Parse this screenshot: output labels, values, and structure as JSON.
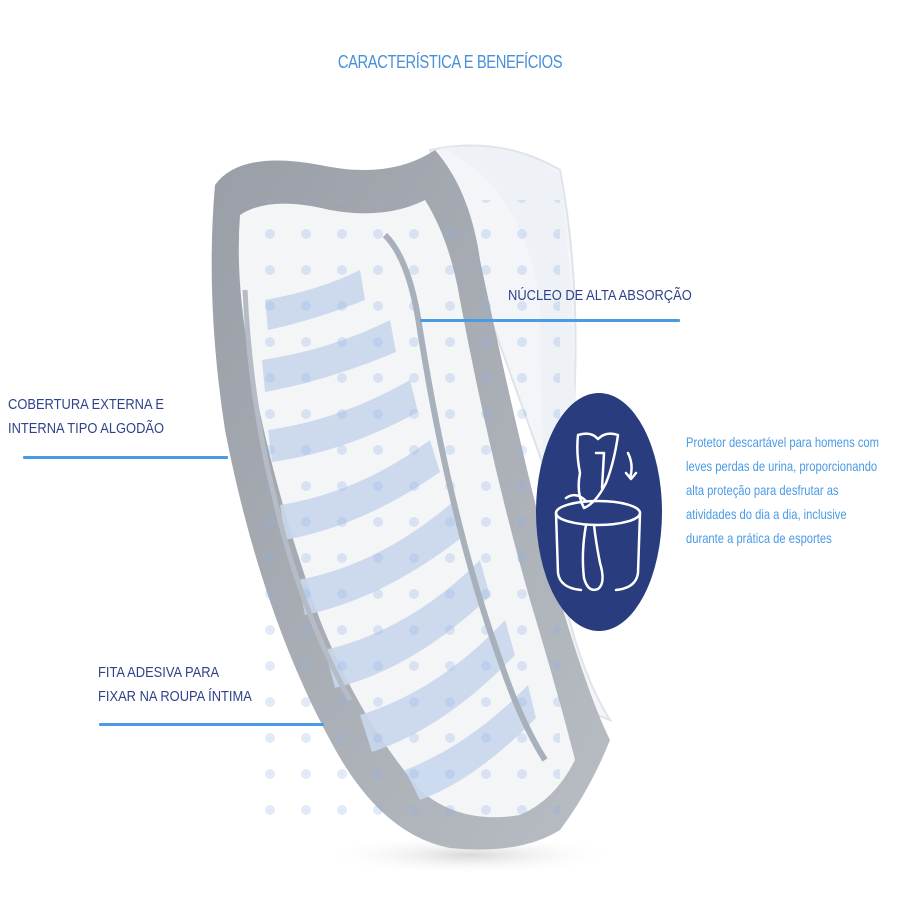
{
  "title": "CARACTERÍSTICA E BENEFÍCIOS",
  "callouts": {
    "core": {
      "line1": "NÚCLEO DE ALTA ABSORÇÃO"
    },
    "cover": {
      "line1": "COBERTURA EXTERNA E",
      "line2": "INTERNA TIPO ALGODÃO"
    },
    "tape": {
      "line1": "FITA ADESIVA PARA",
      "line2": "FIXAR NA ROUPA ÍNTIMA"
    }
  },
  "description": {
    "lines": [
      "Protetor descartável para homens com",
      "leves perdas de urina, proporcionando",
      "alta proteção para desfrutar as",
      "atividades do dia a dia, inclusive",
      "durante a prática de  esportes"
    ]
  },
  "badge": {
    "icon": "underwear-with-pad-icon"
  },
  "colors": {
    "title": "#4a90d9",
    "label_text": "#2e4389",
    "rule": "#4a9be6",
    "badge_bg": "#283c7e",
    "description_text": "#4a9be6"
  }
}
